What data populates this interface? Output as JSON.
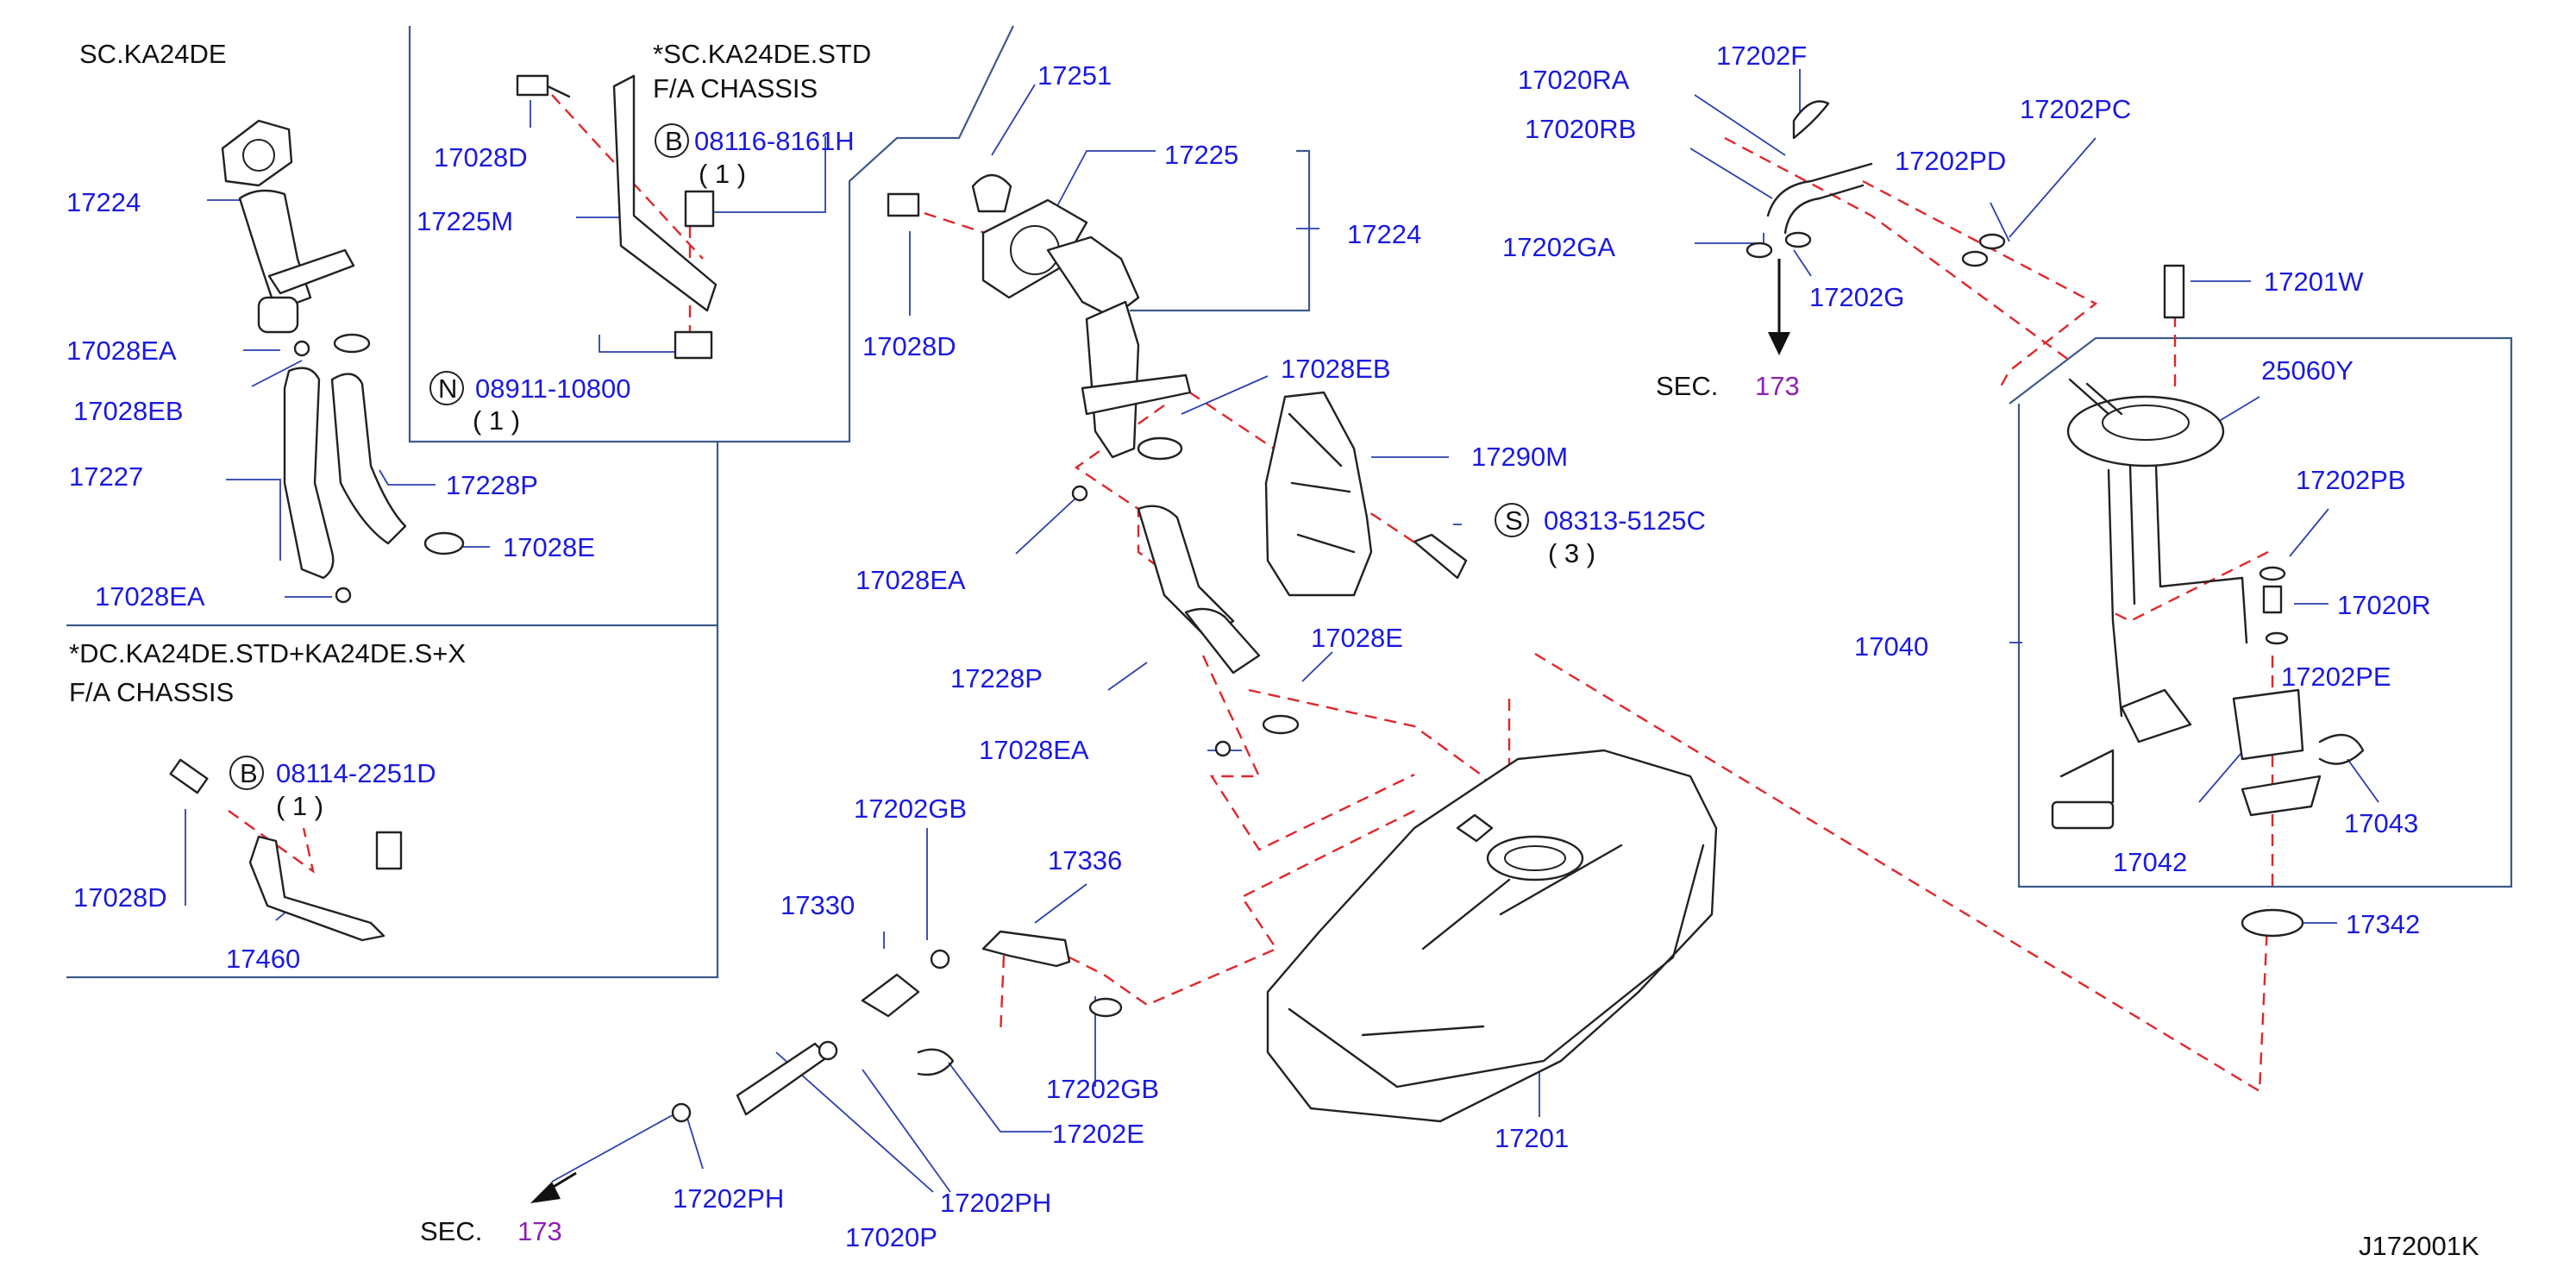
{
  "diagram_code": "J172001K",
  "headers": {
    "sc_ka24de": "SC.KA24DE",
    "std_line1": "*SC.KA24DE.STD",
    "std_line2": "F/A   CHASSIS",
    "dc_line1": "*DC.KA24DE.STD+KA24DE.S+X",
    "dc_line2": "F/A   CHASSIS"
  },
  "section_refs": {
    "sec_label": "SEC.",
    "sec_number": "173"
  },
  "bolt_refs": {
    "b1_letter": "B",
    "b1_code": "08116-8161H",
    "b1_qty": "( 1 )",
    "n1_letter": "N",
    "n1_code": "08911-10800",
    "n1_qty": "( 1 )",
    "b2_letter": "B",
    "b2_code": "08114-2251D",
    "b2_qty": "( 1 )",
    "s1_letter": "S",
    "s1_code": "08313-5125C",
    "s1_qty": "( 3 )"
  },
  "parts": {
    "p17224_left": "17224",
    "p17028EA_1": "17028EA",
    "p17028EB_left": "17028EB",
    "p17227": "17227",
    "p17228P": "17228P",
    "p17028E_left": "17028E",
    "p17028EA_2": "17028EA",
    "p17028D_box": "17028D",
    "p17225M": "17225M",
    "p17028D_dc": "17028D",
    "p17460": "17460",
    "p17251": "17251",
    "p17225": "17225",
    "p17224_mid": "17224",
    "p17028D_mid": "17028D",
    "p17028EB_mid": "17028EB",
    "p17290M": "17290M",
    "p17028EA_mid": "17028EA",
    "p17228P_mid": "17228P",
    "p17028E_mid": "17028E",
    "p17028EA_low": "17028EA",
    "p17202GB_top": "17202GB",
    "p17336": "17336",
    "p17330": "17330",
    "p17202GB_bot": "17202GB",
    "p17202E": "17202E",
    "p17202PH_left": "17202PH",
    "p17202PH_right": "17202PH",
    "p17020P": "17020P",
    "p17201": "17201",
    "p17020RA": "17020RA",
    "p17202F": "17202F",
    "p17020RB": "17020RB",
    "p17202PC": "17202PC",
    "p17202PD": "17202PD",
    "p17202GA": "17202GA",
    "p17202G": "17202G",
    "p17201W": "17201W",
    "p25060Y": "25060Y",
    "p17202PB": "17202PB",
    "p17020R": "17020R",
    "p17040": "17040",
    "p17202PE": "17202PE",
    "p17042": "17042",
    "p17043": "17043",
    "p17342": "17342"
  }
}
